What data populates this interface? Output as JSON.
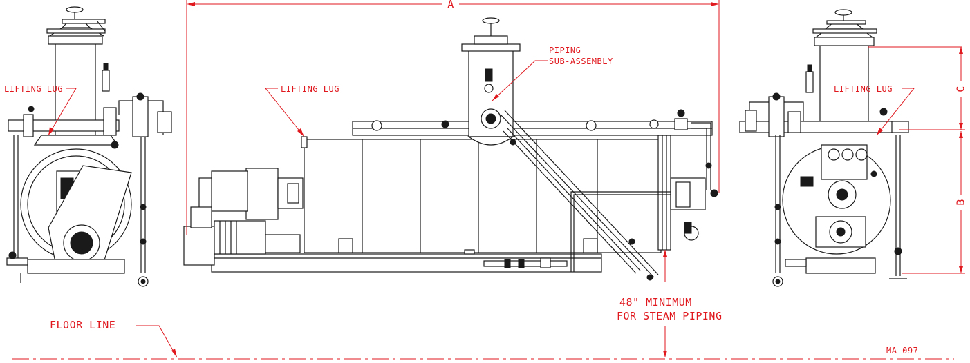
{
  "labels": {
    "lifting_lug_left": "LIFTING LUG",
    "lifting_lug_center": "LIFTING LUG",
    "lifting_lug_right": "LIFTING LUG",
    "piping_line1": "PIPING",
    "piping_line2": "SUB-ASSEMBLY",
    "dim_a": "A",
    "dim_b": "B",
    "dim_c": "C",
    "steam_line1": "48\" MINIMUM",
    "steam_line2": "FOR STEAM PIPING",
    "floor_line": "FLOOR LINE",
    "drawing_no": "MA-097"
  },
  "colors": {
    "annotation": "#e0191f",
    "drawing": "#1a1a1a"
  }
}
